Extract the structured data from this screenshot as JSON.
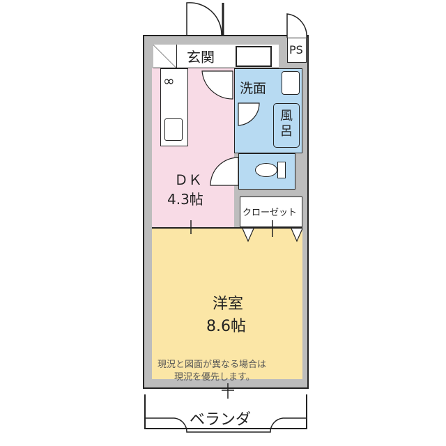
{
  "floorplan": {
    "rooms": {
      "entrance": {
        "label": "玄関"
      },
      "washroom": {
        "label": "洗面"
      },
      "bath": {
        "label": "風呂"
      },
      "dk": {
        "label": "ＤＫ",
        "size": "4.3帖"
      },
      "closet": {
        "label": "クローゼット"
      },
      "western_room": {
        "label": "洋室",
        "size": "8.6帖"
      },
      "veranda": {
        "label": "ベランダ"
      },
      "ps": {
        "label": "PS"
      }
    },
    "note_line1": "現況と図面が異なる場合は",
    "note_line2": "現況を優先します。",
    "colors": {
      "wall": "#bdbdbd",
      "dk_floor": "#f8dbe6",
      "wet_area": "#b7daf2",
      "western_floor": "#fbe6a6",
      "outline": "#222222"
    }
  }
}
